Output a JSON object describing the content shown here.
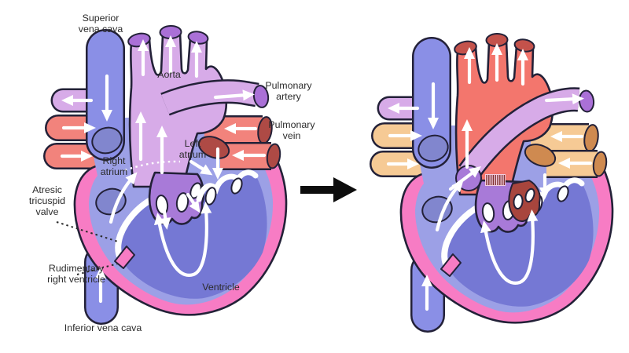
{
  "figure": {
    "type": "medical-diagram",
    "subject": "Tricuspid atresia heart blood-flow comparison (labeled heart, arrow, resulting mixed-flow heart)",
    "left_labels": {
      "superior_vena_cava": "Superior\nvena cava",
      "aorta": "Aorta",
      "pulmonary_artery": "Pulmonary\nartery",
      "pulmonary_vein": "Pulmonary\nvein",
      "left_atrium": "Left\natrium",
      "right_atrium": "Right\natrium",
      "atresic_tricuspid_valve": "Atresic\ntricuspid\nvalve",
      "rudimentary_right_ventricle": "Rudimentary\nright ventricle",
      "ventricle": "Ventricle",
      "inferior_vena_cava": "Inferior vena cava"
    },
    "icons": {
      "transition_arrow": "black-right-arrow",
      "flow_arrows": "white-direction-arrows"
    }
  },
  "colors": {
    "outline": "#232138",
    "label_text": "#2b2b2b",
    "vena_blue": "#8a8fe6",
    "ostium_blue": "#8186ce",
    "lavender": "#d7abe8",
    "lavender_cap": "#aa70d7",
    "valve_purple": "#a87ad8",
    "salmon": "#f2837c",
    "salmon_cap": "#ae4a45",
    "heart_pink": "#f77cc4",
    "chamber_blue": "#9ca0e6",
    "ventricle_blue": "#7578d4",
    "aorta_red": "#f3766d",
    "aorta_red_cap": "#c4524b",
    "vein_tan": "#f6ca95",
    "vein_tan_cap": "#cf8a50",
    "maroon_valve": "#a8453d",
    "hatch_line": "#7d2f2f",
    "hatch_bg": "#f2cfe0",
    "arrow_black": "#0d0d0d"
  }
}
